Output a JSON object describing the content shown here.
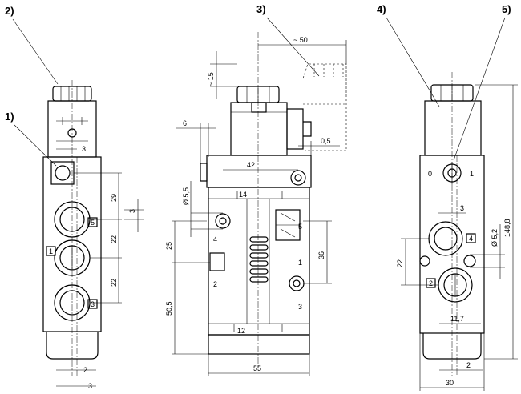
{
  "callouts": {
    "c1": "1)",
    "c2": "2)",
    "c3": "3)",
    "c4": "4)",
    "c5": "5)"
  },
  "dims": {
    "approx50": "~ 50",
    "approx15": "~ 15",
    "d6": "6",
    "d42": "42",
    "d0_5": "0,5",
    "phi5_5": "Ø 5,5",
    "d3_a": "3",
    "d3_b": "3",
    "d3_c": "3",
    "d3_d": "3",
    "d29": "29",
    "d22_a": "22",
    "d22_b": "22",
    "d22_c": "22",
    "d25": "25",
    "d36": "36",
    "d50_5": "50,5",
    "d55": "55",
    "d2_a": "2",
    "d2_b": "2",
    "d30": "30",
    "d148_8": "148,8",
    "phi5_2": "Ø 5,2",
    "d11_7": "11,7"
  },
  "ports": {
    "left_p5": "5",
    "left_p1": "1",
    "left_p3": "3",
    "mid_p14": "14",
    "mid_p12": "12",
    "mid_p4": "4",
    "mid_p5": "5",
    "mid_p1": "1",
    "mid_p2": "2",
    "mid_p3": "3",
    "right_p4": "4",
    "right_p2": "2",
    "switch_off": "0",
    "switch_on": "1"
  }
}
